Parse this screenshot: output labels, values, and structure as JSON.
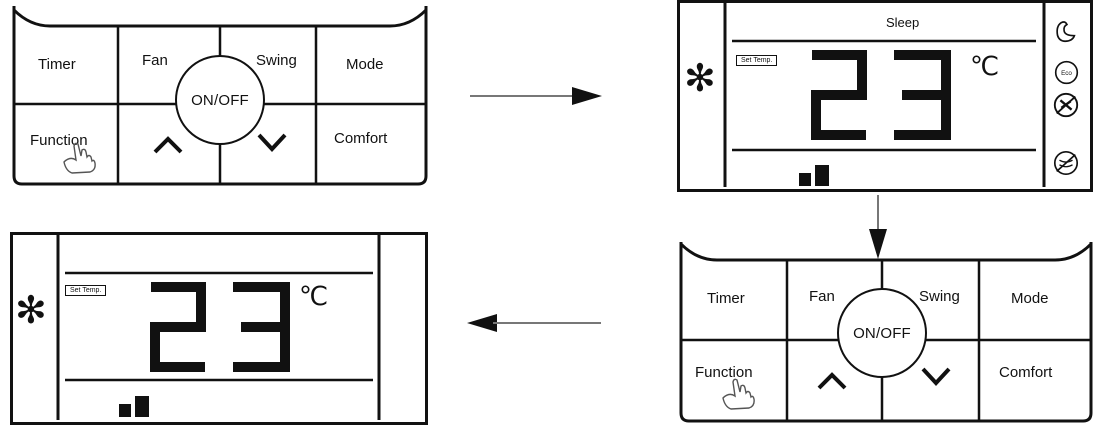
{
  "keypads": [
    {
      "timer": "Timer",
      "fan": "Fan",
      "swing": "Swing",
      "mode": "Mode",
      "function": "Function",
      "comfort": "Comfort",
      "onoff": "ON/OFF"
    },
    {
      "timer": "Timer",
      "fan": "Fan",
      "swing": "Swing",
      "mode": "Mode",
      "function": "Function",
      "comfort": "Comfort",
      "onoff": "ON/OFF"
    }
  ],
  "displays": [
    {
      "mode_text": "Sleep",
      "set_temp_label": "Set Temp.",
      "temperature": "23",
      "unit": "℃",
      "mode_icon": "snowflake-icon"
    },
    {
      "set_temp_label": "Set Temp.",
      "temperature": "23",
      "unit": "℃",
      "mode_icon": "snowflake-icon"
    }
  ],
  "icons": [
    "snowflake-icon",
    "sleep-icon",
    "eco-icon",
    "mosquito-off-icon",
    "clean-icon",
    "hand-pointer-icon",
    "arrow-right-icon",
    "arrow-down-icon",
    "arrow-left-icon",
    "up-chevron-icon",
    "down-chevron-icon",
    "fan-speed-icon"
  ],
  "colors": {
    "ink": "#111111",
    "background": "#ffffff"
  }
}
